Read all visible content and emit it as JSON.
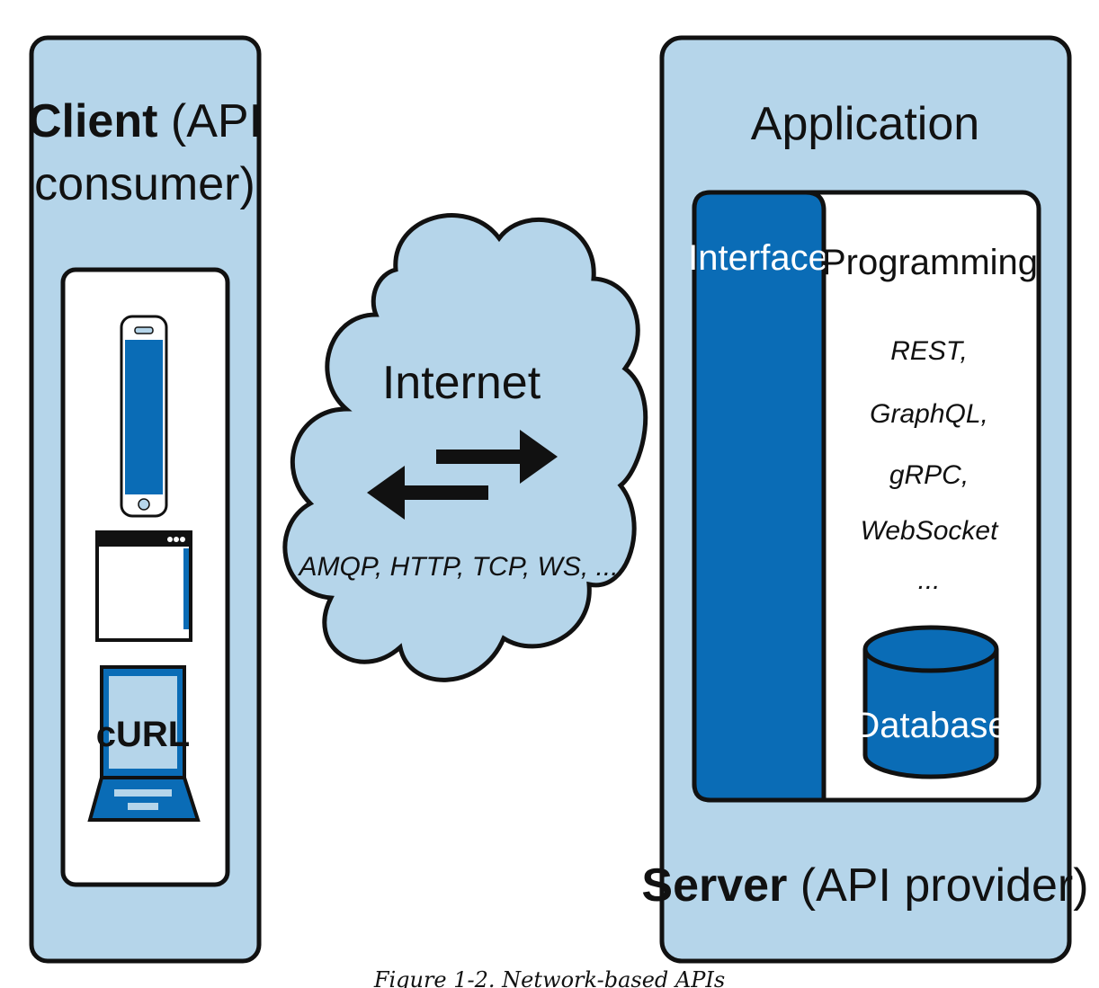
{
  "client": {
    "title_bold": "Client",
    "title_rest": " (API",
    "title_line2": "consumer)",
    "devices": {
      "curl_label": "cURL"
    }
  },
  "internet": {
    "label": "Internet",
    "protocols": "AMQP, HTTP, TCP, WS, ..."
  },
  "server": {
    "app_title": "Application",
    "interface_label": "Interface",
    "programming_label": "Programming",
    "api_styles": [
      "REST,",
      "GraphQL,",
      "gRPC,",
      "WebSocket",
      "..."
    ],
    "database_label": "Database",
    "footer_bold": "Server",
    "footer_rest": " (API provider)"
  },
  "caption": "Figure 1-2. Network-based APIs",
  "colors": {
    "panel_fill": "#b5d5ea",
    "accent_blue": "#0a6cb6",
    "outline": "#111111"
  }
}
